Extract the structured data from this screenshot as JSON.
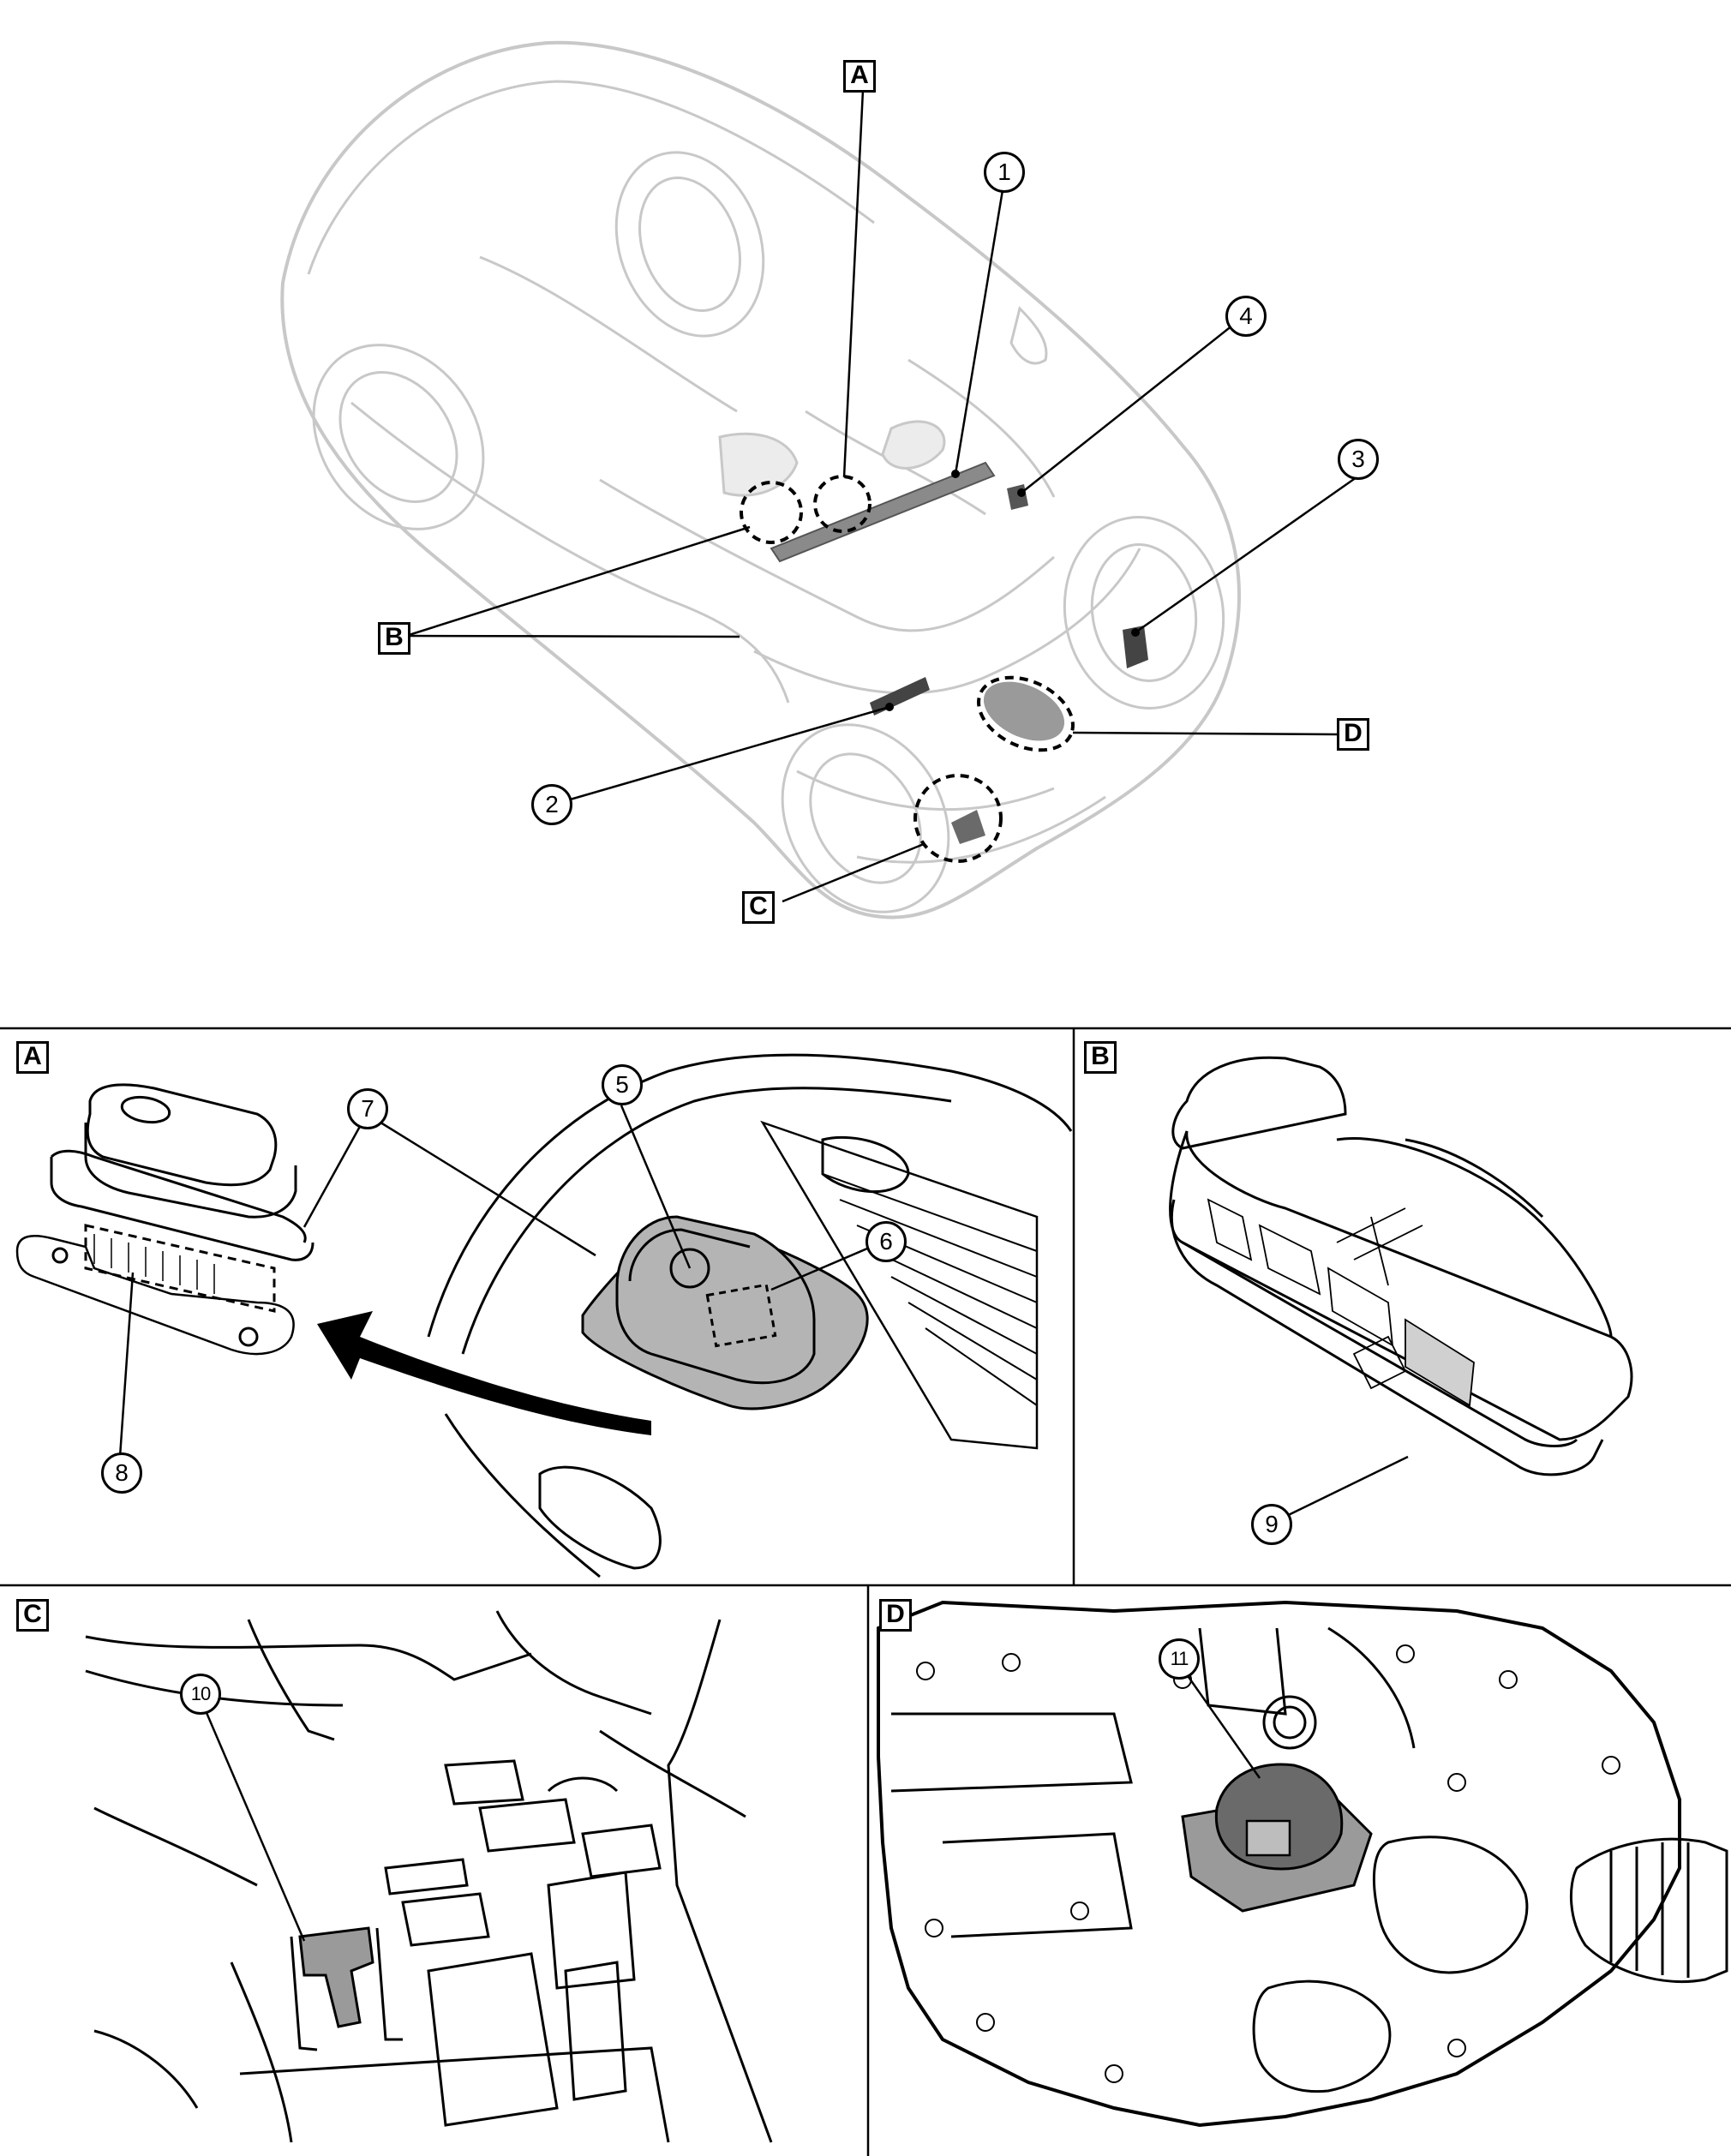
{
  "callouts": {
    "A": "A",
    "B": "B",
    "C": "C",
    "D": "D"
  },
  "parts": [
    "1",
    "2",
    "3",
    "4",
    "5",
    "6",
    "7",
    "8",
    "9",
    "10",
    "11"
  ],
  "colors": {
    "line": "#000000",
    "ghost": "#c8c8c8",
    "shade": "#b4b4b4",
    "dark": "#6a6a6a"
  }
}
